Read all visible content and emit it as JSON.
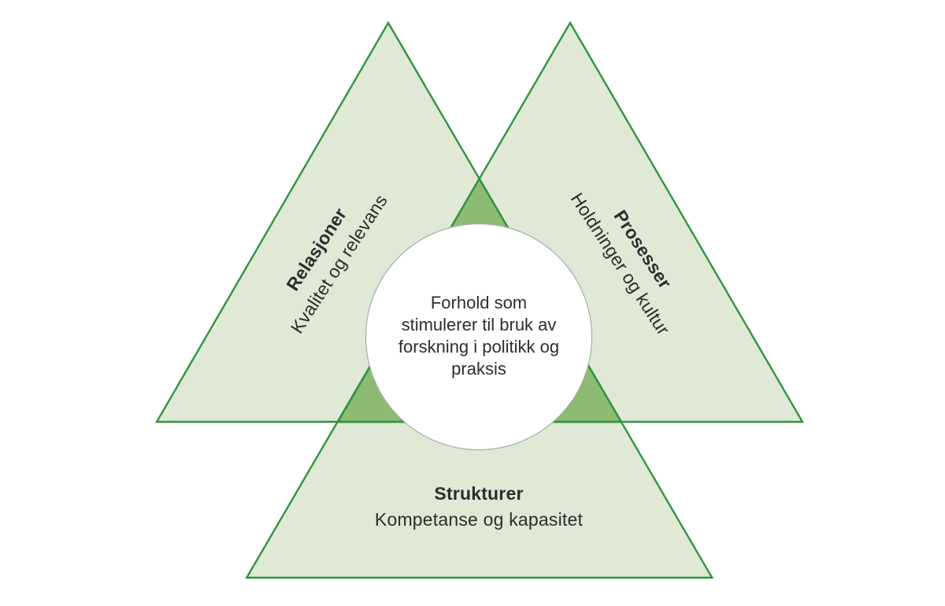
{
  "figure": {
    "center_circle": {
      "lines": [
        "Forhold som",
        "stimulerer til bruk av",
        "forskning i politikk og",
        "praksis"
      ]
    },
    "triangles": {
      "left": {
        "title": "Relasjoner",
        "subtitle": "Kvalitet og relevans"
      },
      "right": {
        "title": "Prosesser",
        "subtitle": "Holdninger og kultur"
      },
      "bottom": {
        "title": "Strukturer",
        "subtitle": "Kompetanse og kapasitet"
      }
    }
  },
  "colors": {
    "background": "#ffffff",
    "triangle_fill": "#dfe9d5",
    "overlap_fill": "#8dbb72",
    "triangle_edge": "#2f9440",
    "circle_fill": "#ffffff",
    "circle_stroke": "#a3af9f",
    "text": "#2d2d2d"
  }
}
